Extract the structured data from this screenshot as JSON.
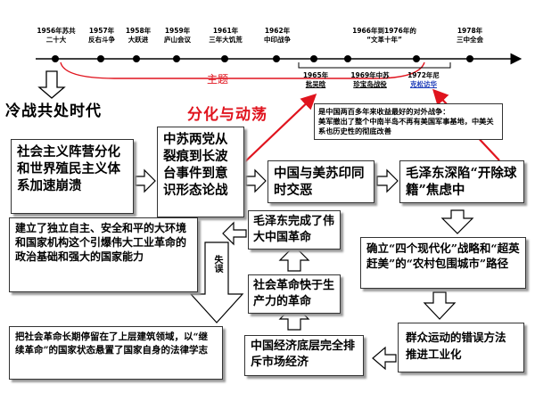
{
  "timeline": {
    "events": [
      {
        "line1": "1956年苏共",
        "line2": "二十大"
      },
      {
        "line1": "1957年",
        "line2": "反右斗争"
      },
      {
        "line1": "1958年",
        "line2": "大跃进"
      },
      {
        "line1": "1959年",
        "line2": "庐山会议"
      },
      {
        "line1": "1961年",
        "line2": "三年大饥荒"
      },
      {
        "line1": "1962年",
        "line2": "中印战争"
      },
      {
        "line1": "1966年到1976年的",
        "line2": "“文革十年”"
      },
      {
        "line1": "1978年",
        "line2": "三中全会"
      }
    ],
    "sub_events": [
      {
        "line1": "1965年",
        "line2": "批吴晗"
      },
      {
        "line1": "1969年中苏",
        "line2": "珍宝岛战役"
      },
      {
        "line1": "1972年尼",
        "line2": "克松访华"
      }
    ],
    "theme_label": "主题"
  },
  "headings": {
    "cold_war": "冷战共处时代",
    "split": "分化与动荡"
  },
  "note": "是中国两百多年来收益最好的对外战争：\n美军撤出了整个中南半岛不再有美国军事基地，中美关系也历史性的彻底改善",
  "boxes": {
    "socialist_camp": "社会主义阵营分化和世界殖民主义体系加速崩溃",
    "sino_soviet": "中苏两党从裂痕到长波台事件到意识形态论战",
    "us_soviet": "中国与美苏印同时交恶",
    "mao_trap": "毛泽东深陷“开除球籍”焦虑中",
    "modernization": "确立“四个现代化”战略和“超英赶美”的“农村包围城市”路径",
    "mass_movement": "群众运动的错误方法推进工业化",
    "economy": "中国经济底层完全排斥市场经济",
    "social_revolution": "社会革命快于生产力的革命",
    "mao_completed": "毛泽东完成了伟大中国革命",
    "achievement": "建立了独立自主、安全和平的大环境和国家机构这个引爆伟大工业革命的政治基础和强大的国家能力",
    "failure": "把社会革命长期停留在了上层建筑领域，以“继续革命”的国家状态悬置了国家自身的法律学志"
  },
  "arrow_label": "失误"
}
